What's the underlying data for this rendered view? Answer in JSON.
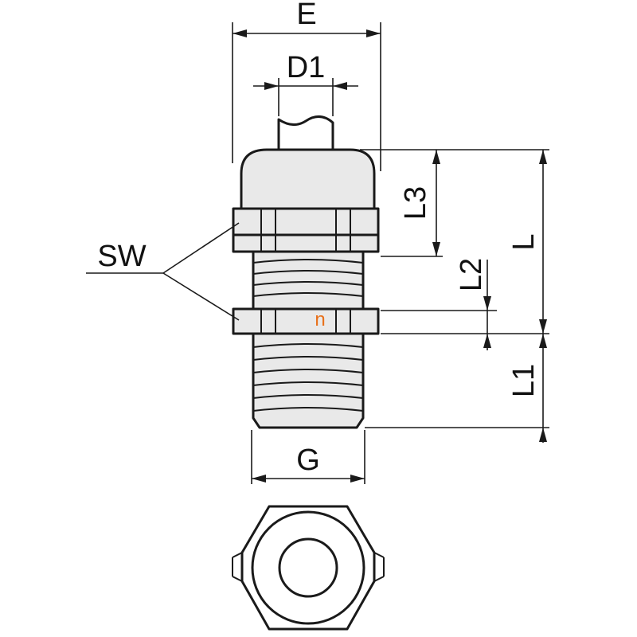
{
  "labels": {
    "E": "E",
    "D1": "D1",
    "L3": "L3",
    "L": "L",
    "L2": "L2",
    "L1": "L1",
    "SW": "SW",
    "G": "G",
    "n": "n"
  },
  "colors": {
    "line": "#1a1a1a",
    "body_fill": "#e9e9e9",
    "accent": "#e8701a"
  }
}
